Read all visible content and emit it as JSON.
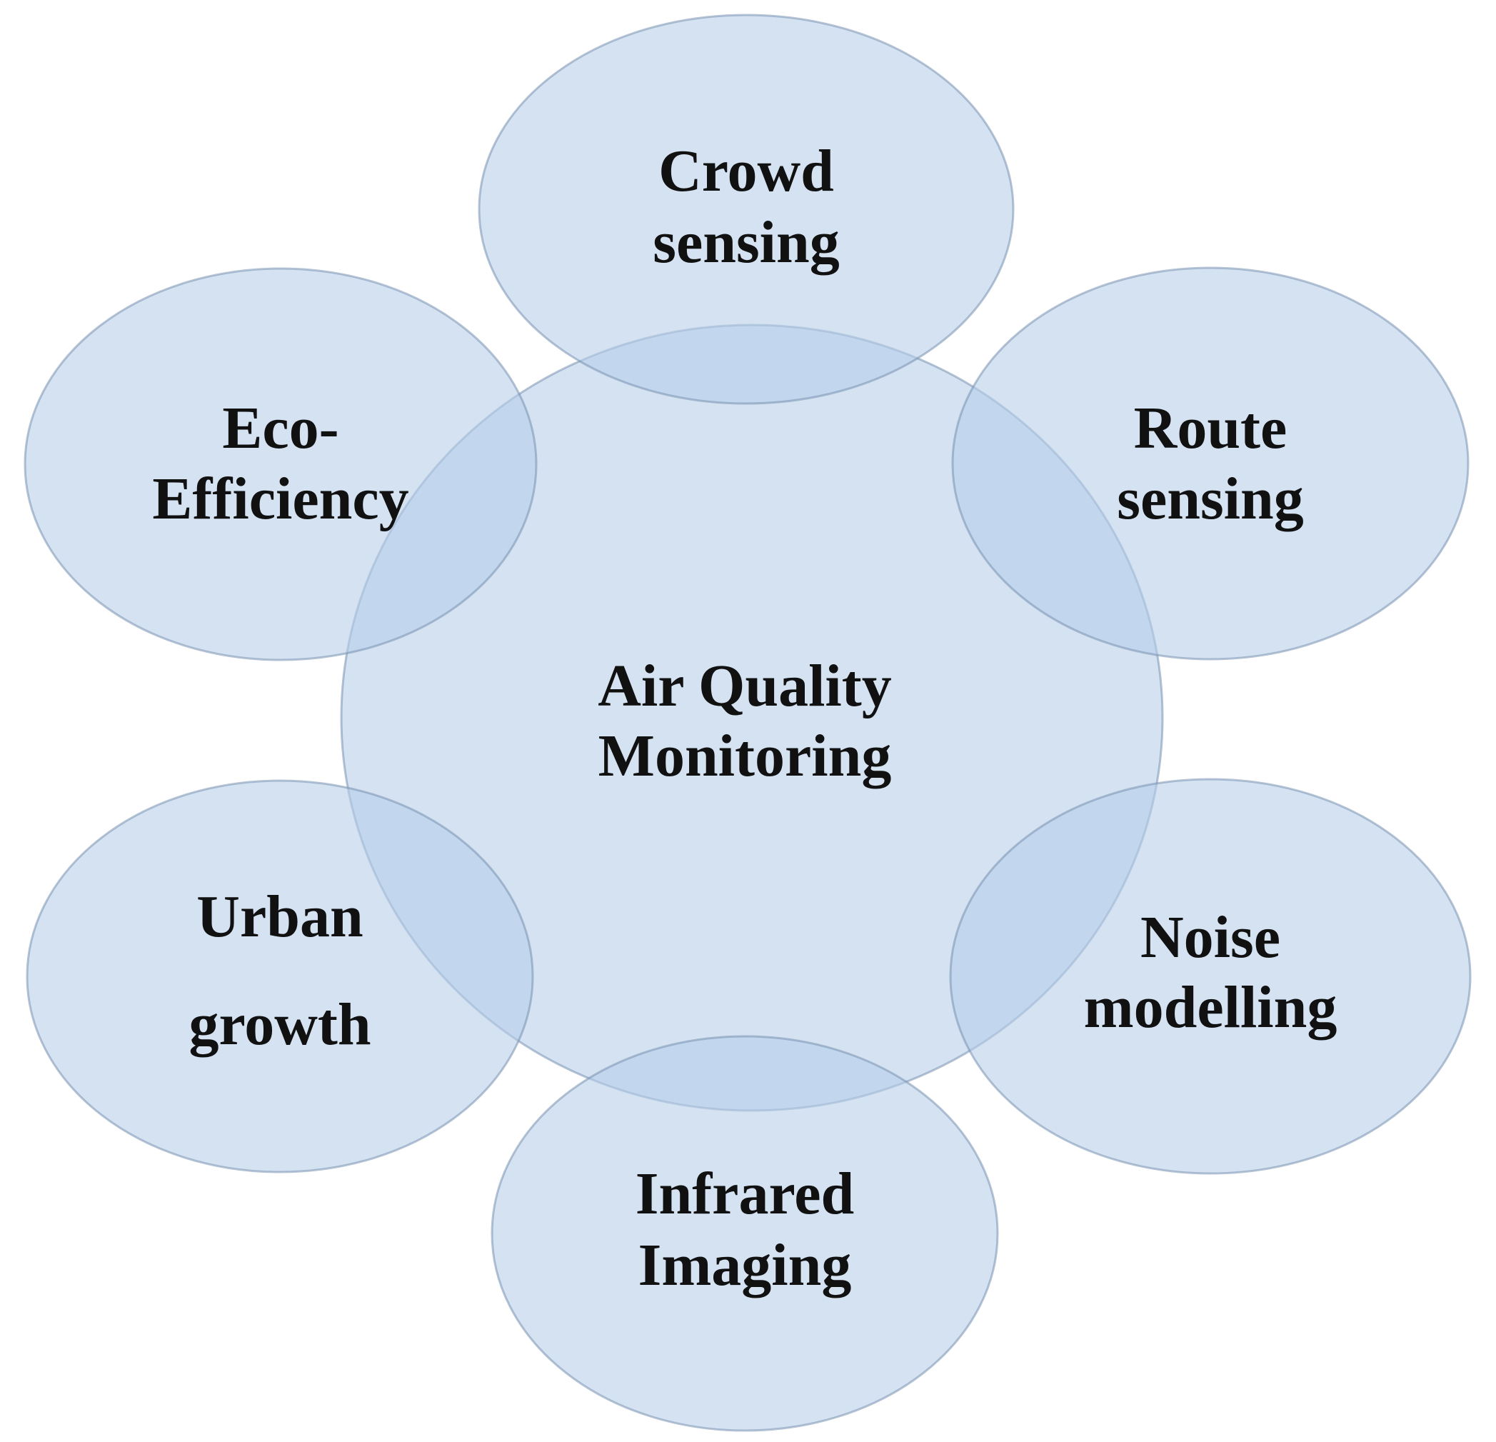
{
  "center": {
    "line1": "Air Quality",
    "line2": "Monitoring"
  },
  "nodes": [
    {
      "id": "crowd-sensing",
      "line1": "Crowd",
      "line2": "sensing"
    },
    {
      "id": "route-sensing",
      "line1": "Route",
      "line2": "sensing"
    },
    {
      "id": "noise-modelling",
      "line1": "Noise",
      "line2": "modelling"
    },
    {
      "id": "infrared-imaging",
      "line1": "Infrared",
      "line2": "Imaging"
    },
    {
      "id": "urban-growth",
      "line1": "Urban",
      "line2": "growth"
    },
    {
      "id": "eco-efficiency",
      "line1": "Eco-",
      "line2": "Efficiency"
    }
  ],
  "colors": {
    "fill": "#b5cde9",
    "stroke": "#7892b0",
    "text": "#111111"
  }
}
